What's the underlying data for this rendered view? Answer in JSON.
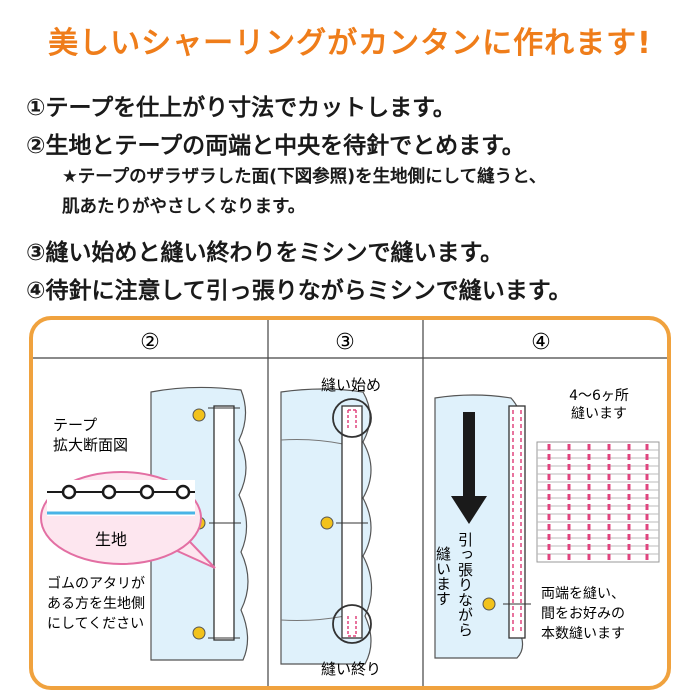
{
  "title": "美しいシャーリングがカンタンに作れます!",
  "steps": {
    "s1": "①テープを仕上がり寸法でカットします。",
    "s2": "②生地とテープの両端と中央を待針でとめます。",
    "note_line1": "★テープのザラザラした面(下図参照)を生地側にして縫うと、",
    "note_line2": "肌あたりがやさしくなります。",
    "s3": "③縫い始めと縫い終わりをミシンで縫います。",
    "s4": "④待針に注意して引っ張りながらミシンで縫います。"
  },
  "panels": {
    "p2": {
      "header": "②",
      "tape_label_1": "テープ",
      "tape_label_2": "拡大断面図",
      "fabric_label": "生地",
      "callout_1": "ゴムのアタリが",
      "callout_2": "ある方を生地側",
      "callout_3": "にしてください"
    },
    "p3": {
      "header": "③",
      "start_label": "縫い始め",
      "end_label": "縫い終り"
    },
    "p4": {
      "header": "④",
      "count_1": "4〜6ヶ所",
      "count_2": "縫います",
      "pull_vertical": "引っ張りながら",
      "sew_vertical": "縫います",
      "ends_1": "両端を縫い、",
      "ends_2": "間をお好みの",
      "ends_3": "本数縫います"
    }
  },
  "colors": {
    "accent": "#ef7d1a",
    "frame": "#f0a23e",
    "fabric": "#dff1fb",
    "fabric_stroke": "#555555",
    "pin": "#f2c21b",
    "bubble_fill": "#fde6ef",
    "bubble_stroke": "#e36fa3",
    "stitch": "#e0457f",
    "tape_line": "#49b4e6"
  }
}
